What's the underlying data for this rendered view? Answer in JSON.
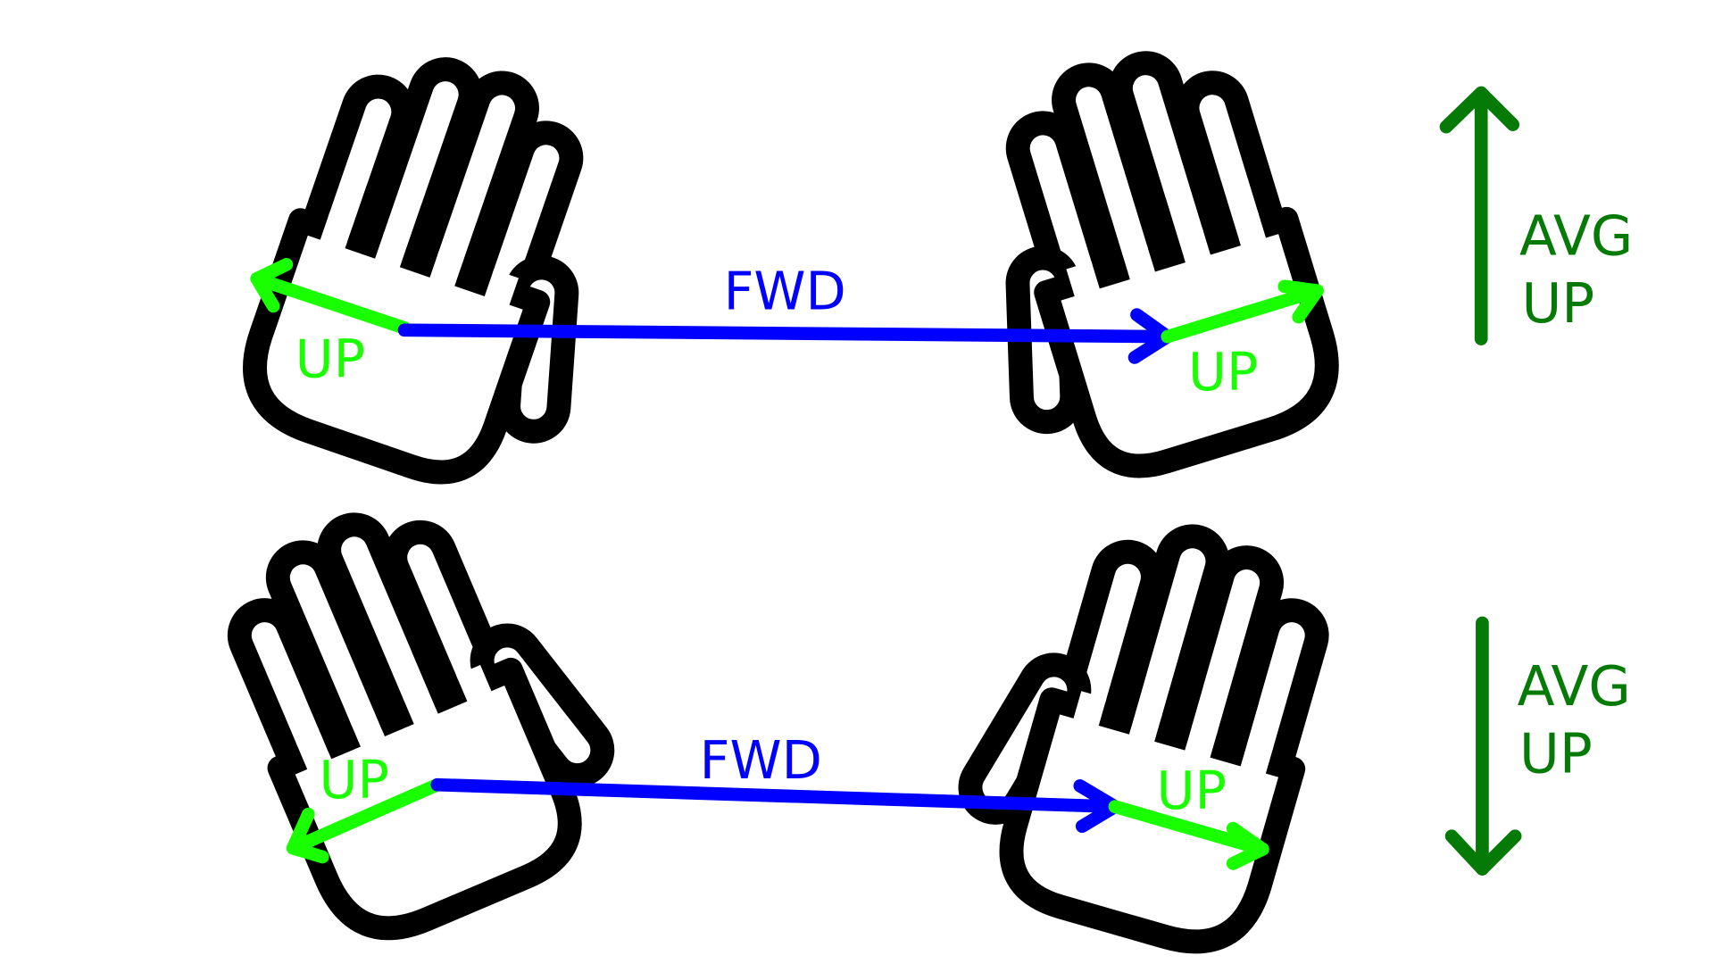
{
  "colors": {
    "forward": "#0000ff",
    "hand_up": "#1aff00",
    "average": "#067a06",
    "outline": "#000000"
  },
  "top_row": {
    "forward_label": "FWD",
    "left_up_label": "UP",
    "right_up_label": "UP",
    "avg_label_line1": "AVG",
    "avg_label_line2": "UP",
    "avg_direction": "up"
  },
  "bottom_row": {
    "forward_label": "FWD",
    "left_up_label": "UP",
    "right_up_label": "UP",
    "avg_label_line1": "AVG",
    "avg_label_line2": "UP",
    "avg_direction": "down"
  }
}
